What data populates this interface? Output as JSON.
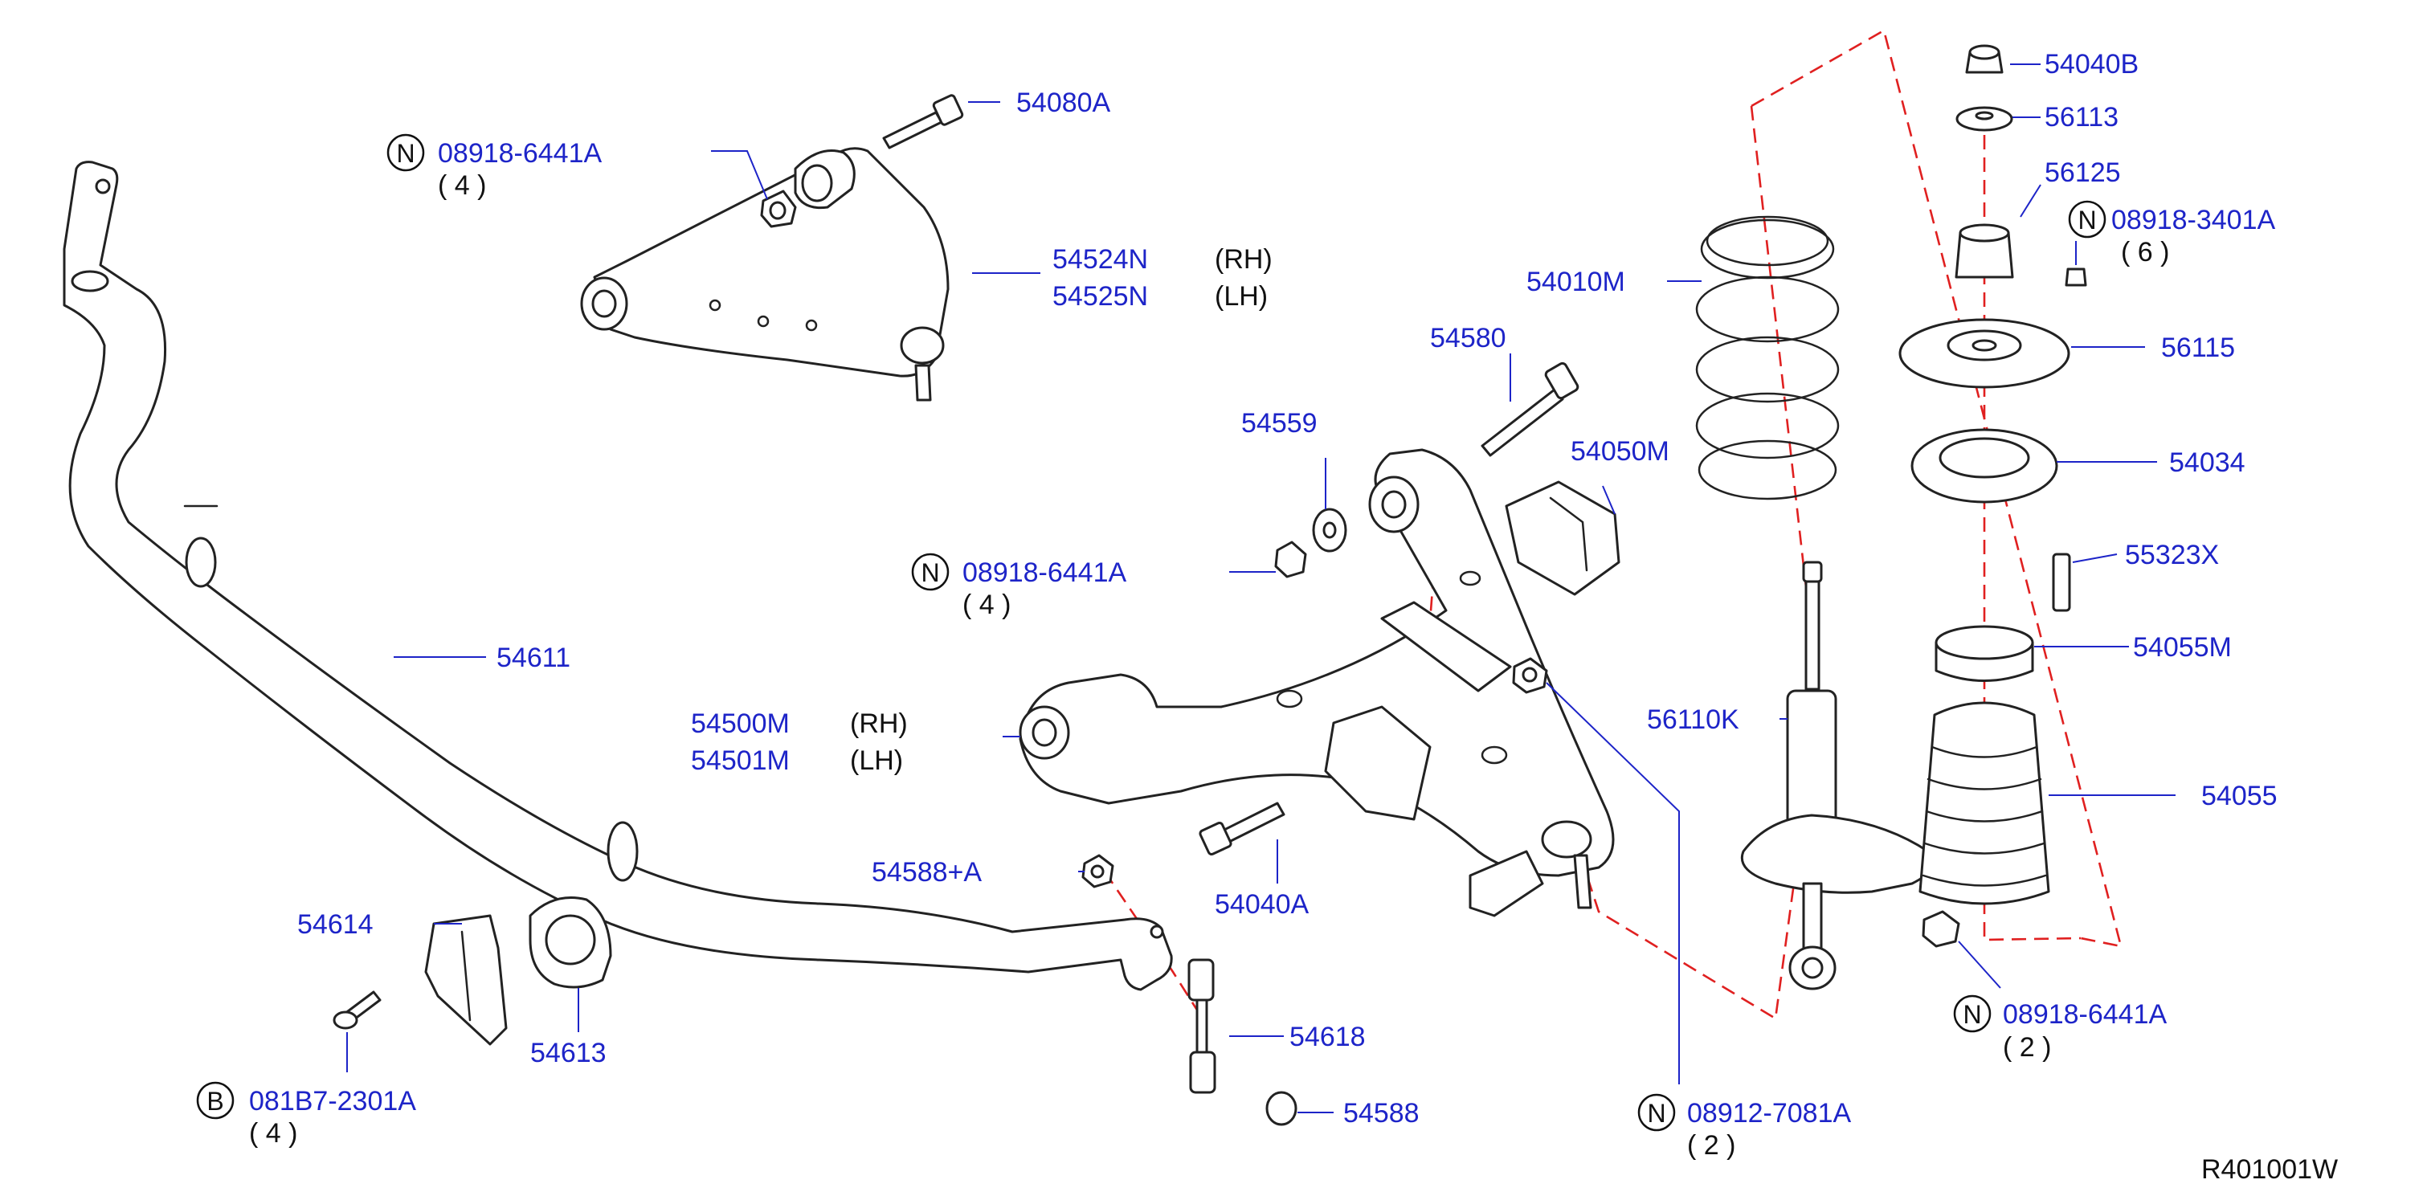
{
  "diagram_id": "R401001W",
  "symbols": {
    "n": "N",
    "b": "B"
  },
  "labels": {
    "p54040B": "54040B",
    "p56113": "56113",
    "p56125": "56125",
    "p08918_3401A": "08918-3401A",
    "qty6": "( 6 )",
    "p56115": "56115",
    "p54034": "54034",
    "p55323X": "55323X",
    "p54055M": "54055M",
    "p54055": "54055",
    "p08918_6441A_shock": "08918-6441A",
    "qty2_shock": "( 2 )",
    "p54010M": "54010M",
    "p54580": "54580",
    "p54050M": "54050M",
    "p56110K": "56110K",
    "p08912_7081A": "08912-7081A",
    "qty2_nut": "( 2 )",
    "p54080A": "54080A",
    "p08918_6441A_upper": "08918-6441A",
    "qty4_upper": "( 4 )",
    "p54524N": "54524N",
    "rh_upper": "(RH)",
    "p54525N": "54525N",
    "lh_upper": "(LH)",
    "p54559": "54559",
    "p08918_6441A_lower": "08918-6441A",
    "qty4_lower": "( 4 )",
    "p54611": "54611",
    "p54500M": "54500M",
    "rh_lower": "(RH)",
    "p54501M": "54501M",
    "lh_lower": "(LH)",
    "p54588A": "54588+A",
    "p54040A": "54040A",
    "p54614": "54614",
    "p54613": "54613",
    "p54618": "54618",
    "p54588": "54588",
    "p081B7_2301A": "081B7-2301A",
    "qty4_bolt": "( 4 )"
  },
  "colors": {
    "label": "#1d24c8",
    "guide_line": "#e02020",
    "outline": "#222222"
  }
}
